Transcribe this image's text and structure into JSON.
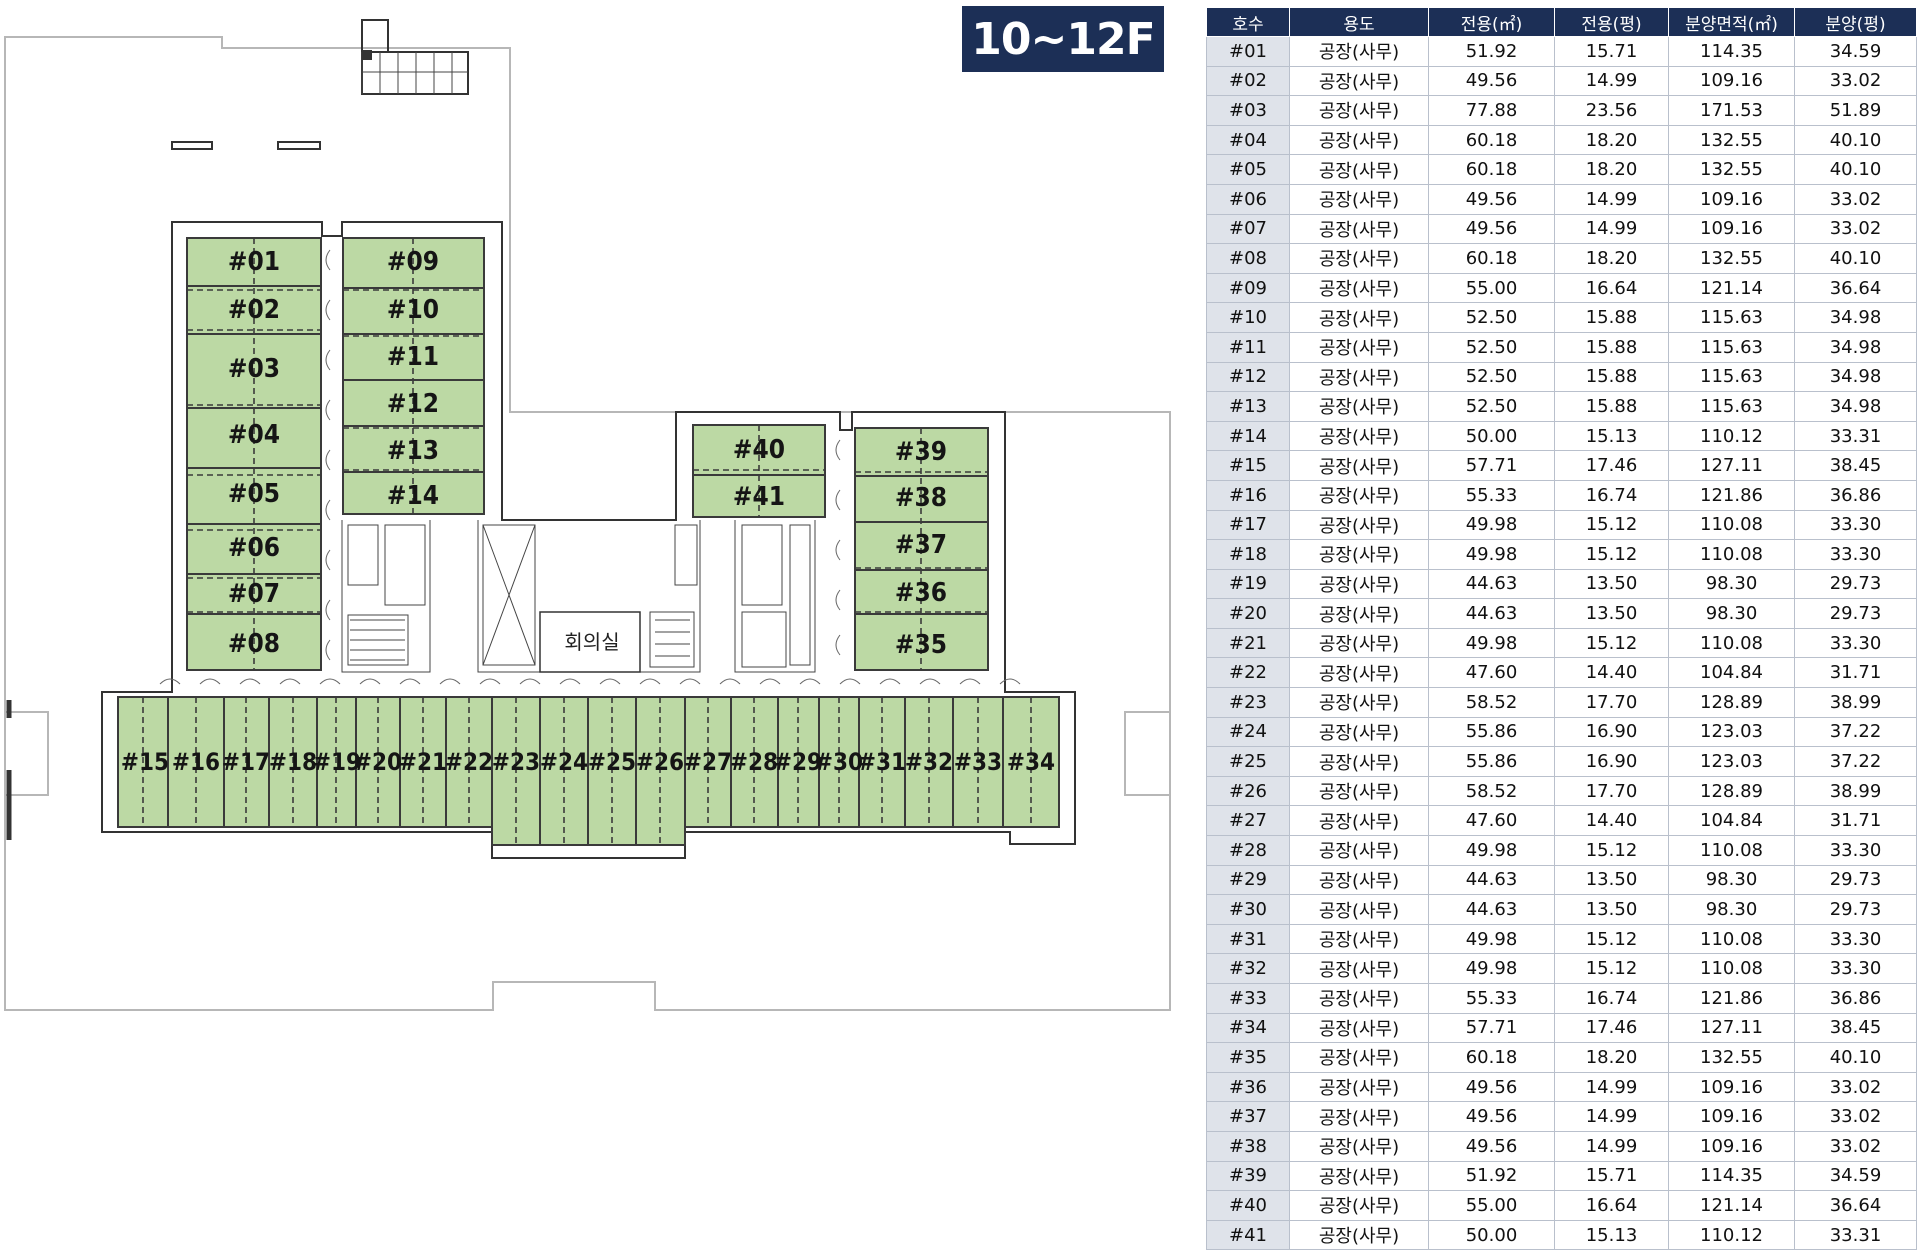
{
  "floor_label": "10~12F",
  "meeting_room_label": "회의실",
  "colors": {
    "unit_fill": "#bcd9a4",
    "header_bg": "#1c2f56",
    "accent": "#1c2f56"
  },
  "table": {
    "headers": [
      "호수",
      "용도",
      "전용(㎡)",
      "전용(평)",
      "분양면적(㎡)",
      "분양(평)"
    ],
    "rows": [
      [
        "#01",
        "공장(사무)",
        "51.92",
        "15.71",
        "114.35",
        "34.59"
      ],
      [
        "#02",
        "공장(사무)",
        "49.56",
        "14.99",
        "109.16",
        "33.02"
      ],
      [
        "#03",
        "공장(사무)",
        "77.88",
        "23.56",
        "171.53",
        "51.89"
      ],
      [
        "#04",
        "공장(사무)",
        "60.18",
        "18.20",
        "132.55",
        "40.10"
      ],
      [
        "#05",
        "공장(사무)",
        "60.18",
        "18.20",
        "132.55",
        "40.10"
      ],
      [
        "#06",
        "공장(사무)",
        "49.56",
        "14.99",
        "109.16",
        "33.02"
      ],
      [
        "#07",
        "공장(사무)",
        "49.56",
        "14.99",
        "109.16",
        "33.02"
      ],
      [
        "#08",
        "공장(사무)",
        "60.18",
        "18.20",
        "132.55",
        "40.10"
      ],
      [
        "#09",
        "공장(사무)",
        "55.00",
        "16.64",
        "121.14",
        "36.64"
      ],
      [
        "#10",
        "공장(사무)",
        "52.50",
        "15.88",
        "115.63",
        "34.98"
      ],
      [
        "#11",
        "공장(사무)",
        "52.50",
        "15.88",
        "115.63",
        "34.98"
      ],
      [
        "#12",
        "공장(사무)",
        "52.50",
        "15.88",
        "115.63",
        "34.98"
      ],
      [
        "#13",
        "공장(사무)",
        "52.50",
        "15.88",
        "115.63",
        "34.98"
      ],
      [
        "#14",
        "공장(사무)",
        "50.00",
        "15.13",
        "110.12",
        "33.31"
      ],
      [
        "#15",
        "공장(사무)",
        "57.71",
        "17.46",
        "127.11",
        "38.45"
      ],
      [
        "#16",
        "공장(사무)",
        "55.33",
        "16.74",
        "121.86",
        "36.86"
      ],
      [
        "#17",
        "공장(사무)",
        "49.98",
        "15.12",
        "110.08",
        "33.30"
      ],
      [
        "#18",
        "공장(사무)",
        "49.98",
        "15.12",
        "110.08",
        "33.30"
      ],
      [
        "#19",
        "공장(사무)",
        "44.63",
        "13.50",
        "98.30",
        "29.73"
      ],
      [
        "#20",
        "공장(사무)",
        "44.63",
        "13.50",
        "98.30",
        "29.73"
      ],
      [
        "#21",
        "공장(사무)",
        "49.98",
        "15.12",
        "110.08",
        "33.30"
      ],
      [
        "#22",
        "공장(사무)",
        "47.60",
        "14.40",
        "104.84",
        "31.71"
      ],
      [
        "#23",
        "공장(사무)",
        "58.52",
        "17.70",
        "128.89",
        "38.99"
      ],
      [
        "#24",
        "공장(사무)",
        "55.86",
        "16.90",
        "123.03",
        "37.22"
      ],
      [
        "#25",
        "공장(사무)",
        "55.86",
        "16.90",
        "123.03",
        "37.22"
      ],
      [
        "#26",
        "공장(사무)",
        "58.52",
        "17.70",
        "128.89",
        "38.99"
      ],
      [
        "#27",
        "공장(사무)",
        "47.60",
        "14.40",
        "104.84",
        "31.71"
      ],
      [
        "#28",
        "공장(사무)",
        "49.98",
        "15.12",
        "110.08",
        "33.30"
      ],
      [
        "#29",
        "공장(사무)",
        "44.63",
        "13.50",
        "98.30",
        "29.73"
      ],
      [
        "#30",
        "공장(사무)",
        "44.63",
        "13.50",
        "98.30",
        "29.73"
      ],
      [
        "#31",
        "공장(사무)",
        "49.98",
        "15.12",
        "110.08",
        "33.30"
      ],
      [
        "#32",
        "공장(사무)",
        "49.98",
        "15.12",
        "110.08",
        "33.30"
      ],
      [
        "#33",
        "공장(사무)",
        "55.33",
        "16.74",
        "121.86",
        "36.86"
      ],
      [
        "#34",
        "공장(사무)",
        "57.71",
        "17.46",
        "127.11",
        "38.45"
      ],
      [
        "#35",
        "공장(사무)",
        "60.18",
        "18.20",
        "132.55",
        "40.10"
      ],
      [
        "#36",
        "공장(사무)",
        "49.56",
        "14.99",
        "109.16",
        "33.02"
      ],
      [
        "#37",
        "공장(사무)",
        "49.56",
        "14.99",
        "109.16",
        "33.02"
      ],
      [
        "#38",
        "공장(사무)",
        "49.56",
        "14.99",
        "109.16",
        "33.02"
      ],
      [
        "#39",
        "공장(사무)",
        "51.92",
        "15.71",
        "114.35",
        "34.59"
      ],
      [
        "#40",
        "공장(사무)",
        "55.00",
        "16.64",
        "121.14",
        "36.64"
      ],
      [
        "#41",
        "공장(사무)",
        "50.00",
        "15.13",
        "110.12",
        "33.31"
      ]
    ]
  },
  "plan": {
    "unit_labels": [
      "#01",
      "#02",
      "#03",
      "#04",
      "#05",
      "#06",
      "#07",
      "#08",
      "#09",
      "#10",
      "#11",
      "#12",
      "#13",
      "#14",
      "#15",
      "#16",
      "#17",
      "#18",
      "#19",
      "#20",
      "#21",
      "#22",
      "#23",
      "#24",
      "#25",
      "#26",
      "#27",
      "#28",
      "#29",
      "#30",
      "#31",
      "#32",
      "#33",
      "#34",
      "#35",
      "#36",
      "#37",
      "#38",
      "#39",
      "#40",
      "#41"
    ]
  }
}
